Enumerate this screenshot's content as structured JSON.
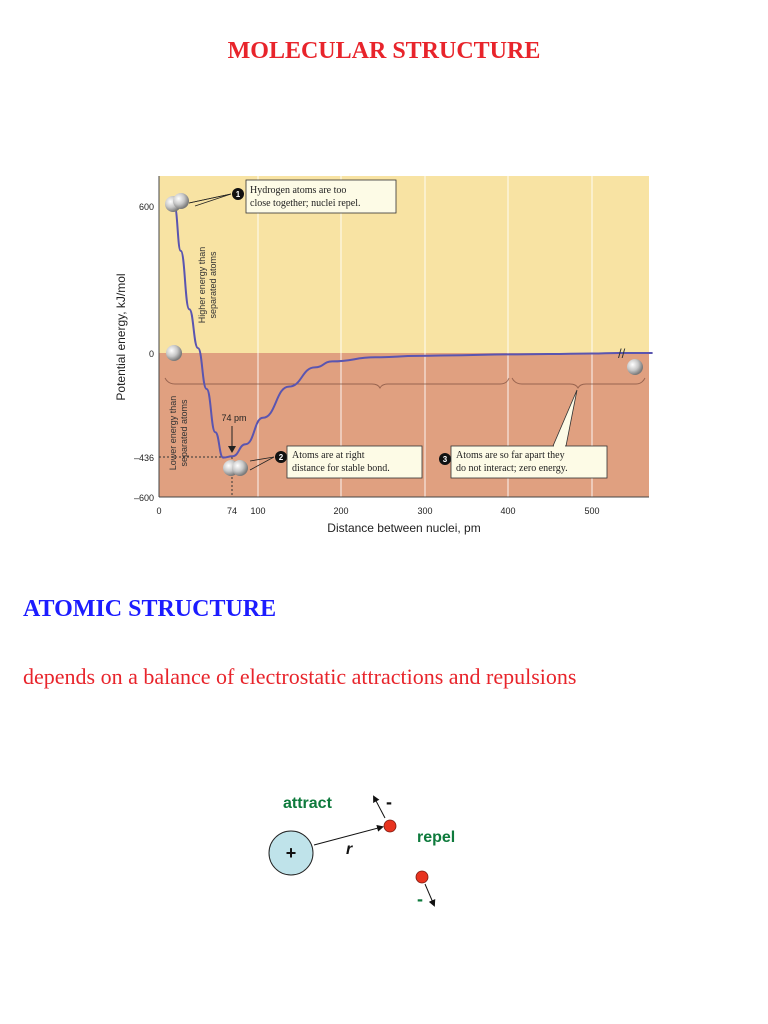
{
  "page": {
    "title": "MOLECULAR STRUCTURE",
    "atomic_heading": "ATOMIC STRUCTURE",
    "balance_text": "depends on a balance of electrostatic attractions and repulsions"
  },
  "figure": {
    "ylabel": "Potential energy, kJ/mol",
    "xlabel": "Distance between nuclei, pm",
    "higher_label_1": "Higher energy than",
    "higher_label_2": "separated atoms",
    "lower_label_1": "Lower energy than",
    "lower_label_2": "separated atoms",
    "bond_length_label": "74 pm",
    "callout1_num": "1",
    "callout1_line1": "Hydrogen atoms are too",
    "callout1_line2": "close together; nuclei repel.",
    "callout2_num": "2",
    "callout2_line1": "Atoms are at right",
    "callout2_line2": "distance for stable bond.",
    "callout3_num": "3",
    "callout3_line1": "Atoms are so far apart they",
    "callout3_line2": "do not interact; zero energy.",
    "break_mark": "//",
    "colors": {
      "upper_region": "#f8e3a3",
      "lower_region": "#e0a080",
      "curve": "#5a55b0"
    }
  },
  "chart_data": {
    "type": "line",
    "xlabel": "Distance between nuclei, pm",
    "ylabel": "Potential energy, kJ/mol",
    "xlim": [
      0,
      570
    ],
    "ylim": [
      -600,
      700
    ],
    "xticks": [
      0,
      74,
      100,
      200,
      300,
      400,
      500
    ],
    "yticks": [
      600,
      0,
      -436,
      -600
    ],
    "x": [
      18,
      25,
      35,
      45,
      55,
      65,
      74,
      85,
      100,
      120,
      150,
      180,
      200,
      250,
      300,
      350,
      400,
      450,
      500,
      530,
      570
    ],
    "y": [
      600,
      420,
      180,
      20,
      -150,
      -330,
      -436,
      -430,
      -380,
      -270,
      -140,
      -60,
      -35,
      -18,
      -12,
      -9,
      -6,
      -4,
      -2,
      0,
      0
    ]
  },
  "diagram": {
    "attract_label": "attract",
    "repel_label": "repel",
    "r_label": "r",
    "plus": "+",
    "minus_1": "-",
    "minus_2": "-",
    "colors": {
      "label_green": "#0e7a3c",
      "nucleus_fill": "#bfe3ea",
      "electron_fill": "#e8331f"
    }
  }
}
